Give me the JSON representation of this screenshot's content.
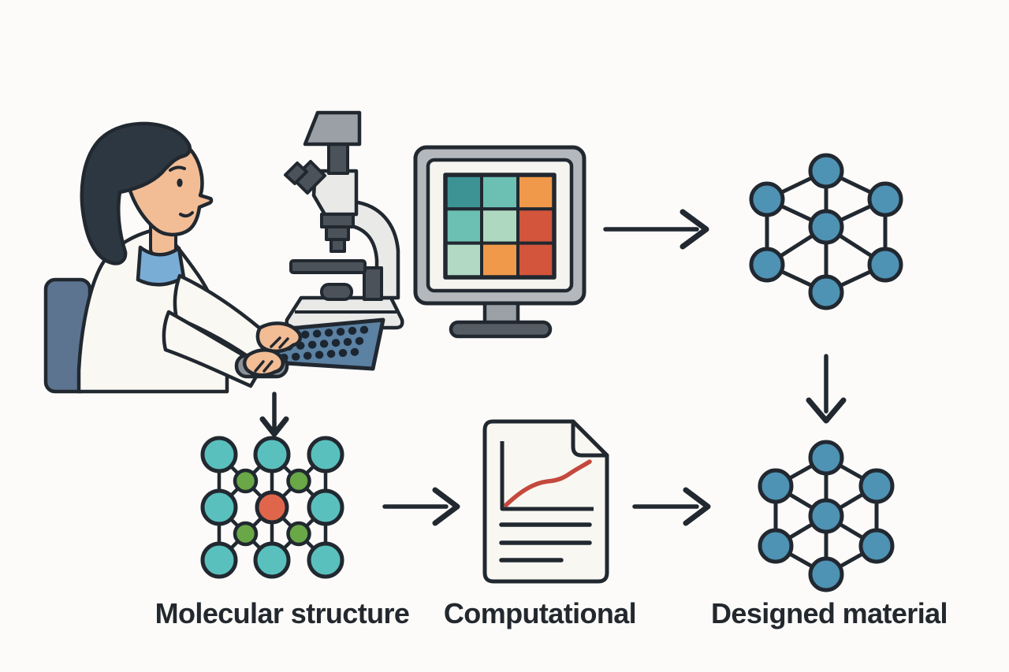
{
  "illustration": {
    "description": "Workflow diagram: a scientist at a microscope and computer workstation analyses data, producing a molecular structure that feeds a computational step to yield a designed material",
    "labels": {
      "molecular_structure": "Molecular structure",
      "computational": "Computational",
      "designed_material": "Designed material"
    },
    "icons": [
      "scientist-at-workstation-icon",
      "microscope-icon",
      "monitor-data-grid-icon",
      "keyboard-icon",
      "mouse-icon",
      "lattice-network-icon",
      "molecule-structure-icon",
      "document-chart-icon",
      "arrow-icon"
    ],
    "flow": {
      "steps": [
        {
          "id": "workstation",
          "description": "scientist with microscope, keyboard and monitor showing 3x3 colored grid"
        },
        {
          "id": "lattice-top",
          "description": "hexagonal lattice network of 7 blue nodes"
        },
        {
          "id": "molecular-structure",
          "label": "Molecular structure",
          "description": "3x3 teal atoms with 4 green linker atoms and 1 red center atom"
        },
        {
          "id": "computational",
          "label": "Computational",
          "description": "document with rising red curve chart and text lines"
        },
        {
          "id": "designed-material",
          "label": "Designed material",
          "description": "hexagonal lattice network of 7 blue nodes"
        }
      ],
      "arrows": [
        {
          "from": "workstation-monitor",
          "to": "lattice-top",
          "direction": "right"
        },
        {
          "from": "lattice-top",
          "to": "designed-material",
          "direction": "down"
        },
        {
          "from": "workstation-keyboard",
          "to": "molecular-structure",
          "direction": "down"
        },
        {
          "from": "molecular-structure",
          "to": "computational",
          "direction": "right"
        },
        {
          "from": "computational",
          "to": "designed-material",
          "direction": "right"
        }
      ]
    }
  },
  "monitor": {
    "grid_rows": 3,
    "grid_cols": 3,
    "grid": [
      [
        "#3d9394",
        "#6cc0b3",
        "#f0994a"
      ],
      [
        "#6cc0b3",
        "#afd8c0",
        "#d2553c"
      ],
      [
        "#b2d9c4",
        "#f0994a",
        "#d2553c"
      ]
    ]
  },
  "colors": {
    "bg": "#fcfbf9",
    "ink": "#212830",
    "label_text": "#23282e",
    "node_blue": "#4e92b4",
    "mol_teal": "#5ac0bd",
    "mol_green": "#6aa747",
    "mol_red": "#e0664b",
    "doc_fill": "#f9f7f2",
    "doc_curve": "#c4493d",
    "monitor_frame": "#b4b8bc",
    "monitor_inner": "#f6f4ef",
    "monitor_stand": "#565c63",
    "skin": "#f2bc95",
    "hair": "#2d3741",
    "coat": "#faf8f2",
    "shirt": "#7aadd6",
    "chair": "#5c7490",
    "keyboard": "#5b81a3",
    "key_dark": "#1c2631",
    "mouse": "#8b9196",
    "scope_light": "#e9e9e7",
    "scope_mid": "#9aa0a5",
    "scope_dark": "#4b525a"
  }
}
